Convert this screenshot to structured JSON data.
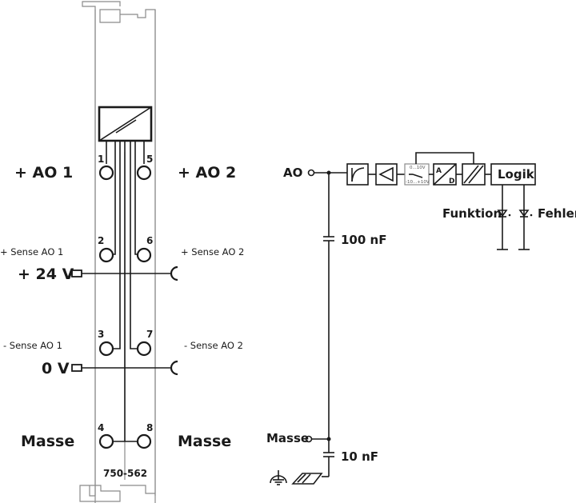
{
  "module": {
    "part_number": "750-562",
    "terminals": [
      {
        "num": "1",
        "label": "+ AO 1"
      },
      {
        "num": "2",
        "label": "+ Sense AO 1"
      },
      {
        "num": "3",
        "label": "- Sense AO 1"
      },
      {
        "num": "4",
        "label": "Masse"
      },
      {
        "num": "5",
        "label": "+ AO 2"
      },
      {
        "num": "6",
        "label": "+ Sense AO 2"
      },
      {
        "num": "7",
        "label": "- Sense AO 2"
      },
      {
        "num": "8",
        "label": "Masse"
      }
    ],
    "power_contacts": [
      {
        "label": "+ 24 V"
      },
      {
        "label": "0 V"
      }
    ]
  },
  "schematic": {
    "ao_label": "AO",
    "masse_label": "Masse",
    "cap1": "100 nF",
    "cap2": "10 nF",
    "switch_top": "0...10V",
    "switch_bottom": "-10...+10V",
    "adc_a": "A",
    "adc_d": "D",
    "logic_label": "Logik",
    "led1": "Funktion",
    "led2": "Fehler"
  }
}
